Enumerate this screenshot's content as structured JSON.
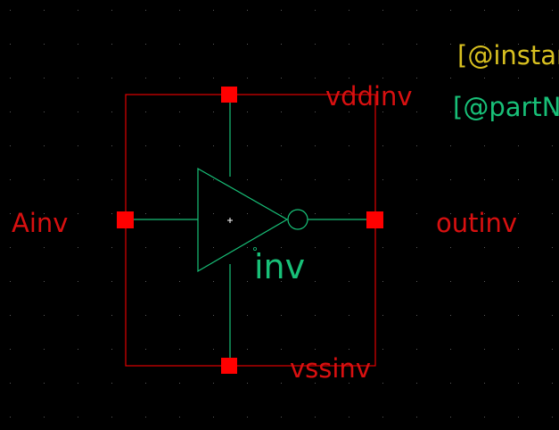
{
  "symbol": {
    "cell_name": "inv",
    "instance_label": "[@instanceName]",
    "part_label": "[@partName]"
  },
  "pins": {
    "input": "Ainv",
    "output": "outinv",
    "supply": "vddinv",
    "ground": "vssinv"
  },
  "colors": {
    "background": "#000000",
    "grid_dot": "#5a5a5a",
    "boundary": "#e00000",
    "pin": "#ff0000",
    "pin_label": "#d81010",
    "body": "#18c078",
    "instance_label": "#d8c020",
    "part_label": "#18c078",
    "origin": "#ffffff"
  }
}
